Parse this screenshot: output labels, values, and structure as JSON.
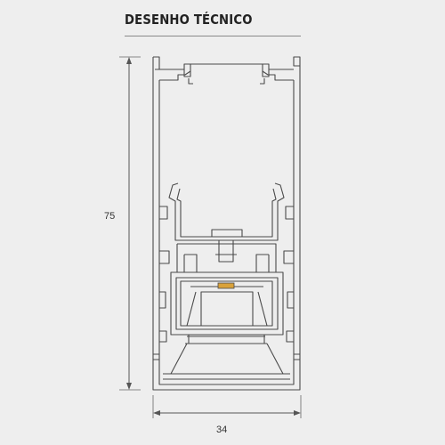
{
  "header": {
    "title": "DESENHO TÉCNICO"
  },
  "dimensions": {
    "height_label": "75",
    "width_label": "34"
  },
  "colors": {
    "background": "#eeeeee",
    "profile_stroke": "#4a4a4a",
    "dimension_stroke": "#555555",
    "led_accent": "#d9a23a"
  }
}
